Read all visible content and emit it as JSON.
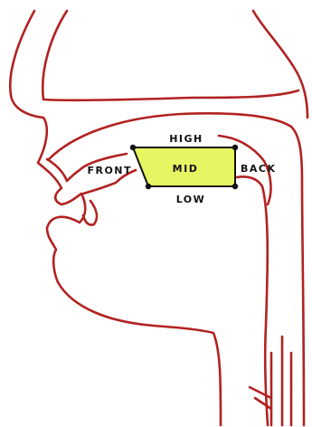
{
  "labels": {
    "high": "HIGH",
    "low": "LOW",
    "front": "FRONT",
    "back": "BACK",
    "mid": "MID"
  },
  "colors": {
    "anatomy": "#b22222",
    "region_fill": "#e6f562",
    "region_outline": "#111111",
    "corner_dot": "#111111"
  }
}
